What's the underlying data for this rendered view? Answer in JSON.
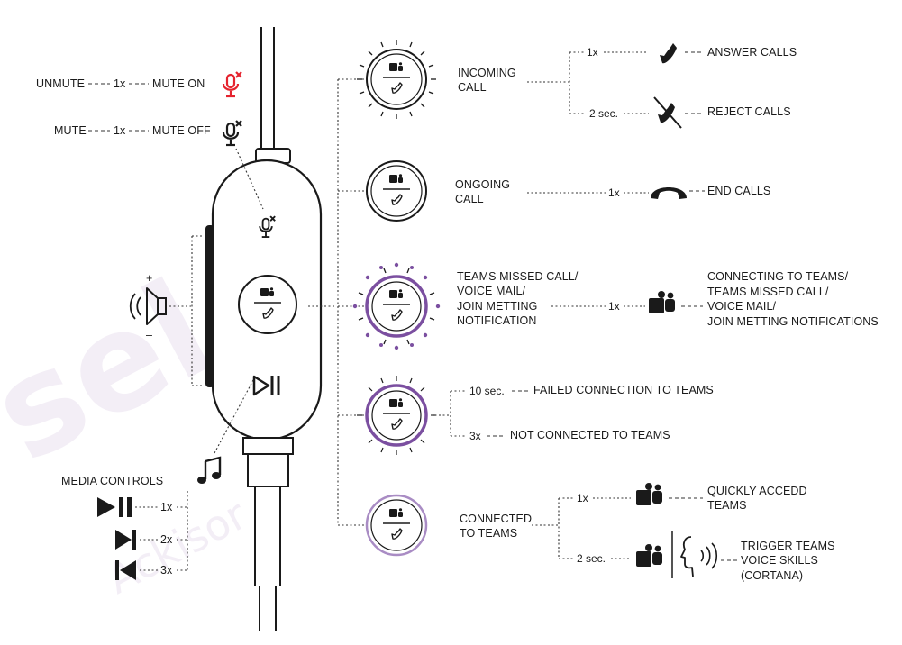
{
  "colors": {
    "accent_red": "#e5232e",
    "teams_purple": "#7b4fa0",
    "teams_purple_light": "#a98cc4",
    "ink": "#1a1a1a",
    "watermark": "#f3eef6"
  },
  "left": {
    "unmute": "UNMUTE",
    "mute_on_x": "1x",
    "mute_on": "MUTE ON",
    "mute": "MUTE",
    "mute_off_x": "1x",
    "mute_off": "MUTE OFF",
    "vol_plus": "+",
    "vol_minus": "–",
    "media_title": "MEDIA CONTROLS",
    "media_play_x": "1x",
    "media_next_x": "2x",
    "media_prev_x": "3x"
  },
  "states": [
    {
      "lines": [
        "INCOMING",
        "CALL"
      ]
    },
    {
      "lines": [
        "ONGOING",
        "CALL"
      ]
    },
    {
      "lines": [
        "TEAMS MISSED CALL/",
        "VOICE MAIL/",
        "JOIN METTING",
        "NOTIFICATION"
      ]
    },
    {
      "lines": []
    },
    {
      "lines": [
        "CONNECTED",
        "TO TEAMS"
      ]
    }
  ],
  "actions": {
    "answer_x": "1x",
    "answer": "ANSWER CALLS",
    "reject_x": "2 sec.",
    "reject": "REJECT CALLS",
    "end_x": "1x",
    "end": "END CALLS",
    "missed_x": "1x",
    "missed_result": [
      "CONNECTING TO TEAMS/",
      "TEAMS MISSED CALL/",
      "VOICE MAIL/",
      "JOIN METTING NOTIFICATIONS"
    ],
    "fail_x": "10 sec.",
    "fail": "FAILED CONNECTION TO TEAMS",
    "notconn_x": "3x",
    "notconn": "NOT CONNECTED TO TEAMS",
    "quick_x": "1x",
    "quick": [
      "QUICKLY ACCEDD",
      "TEAMS"
    ],
    "voice_x": "2 sec.",
    "voice": [
      "TRIGGER TEAMS",
      "VOICE SKILLS",
      "(CORTANA)"
    ]
  },
  "icons": {
    "mute_on": "mic-muted-red-icon",
    "mute_off": "mic-muted-icon",
    "volume": "speaker-volume-icon",
    "play_pause": "play-pause-icon",
    "next": "next-track-icon",
    "prev": "previous-track-icon",
    "music": "music-note-icon",
    "teams": "teams-logo-icon",
    "phone": "phone-handset-icon",
    "phone_reject": "phone-reject-icon",
    "hang_up": "hang-up-icon",
    "voice": "voice-speaking-icon"
  }
}
